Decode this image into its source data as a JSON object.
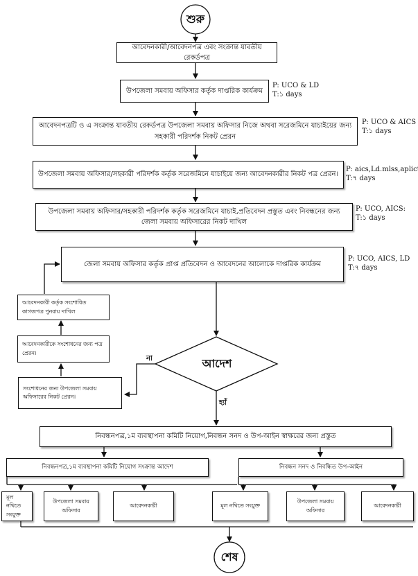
{
  "start": {
    "label": "শুরু"
  },
  "end": {
    "label": "শেষ"
  },
  "steps": [
    {
      "text": "আবেদনকারী/আবেদনপত্র এবং সংক্রান্ত যাবতীয় রেকর্ডপত্র"
    },
    {
      "text": "উপজেলা সমবায় অফিসার কর্তৃক দাপ্তরিক কার্যক্রম",
      "note": [
        "P: UCO & LD",
        "T:১ days"
      ]
    },
    {
      "text": "আবেদনপত্রটি ও এ সংক্রান্ত যাবতীয় রেকর্ডপত্র উপজেলা সমবায় অফিসার নিজে অথবা সরেজমিনে যাচাইয়ের জন্য সহকারী পরিদর্শক নিকট প্রেরন",
      "note": [
        "P: UCO & AICS",
        "T:১ days"
      ]
    },
    {
      "text": "উপজেলা সমবায় অফিসার/সহকারী পরিদর্শক কর্তৃক সরেজমিনে যাচাইয়ে জন্য আবেদনকারীর নিকট পত্র প্রেরন।",
      "note": [
        "P: aics,Ld.mlss,aplict;",
        "T:৭ days"
      ]
    },
    {
      "text": "উপজেলা সমবায় অফিসার/সহকারী পরিদর্শক কর্তৃক সরেজমিনে যাচাই,প্রতিবেদন প্রস্তুত এবং নিবন্ধনের জন্য জেলা সমবায় অফিসারের নিকট দাখিল",
      "note": [
        "P: UCO, AICS:",
        "T:১ days"
      ]
    },
    {
      "text": "জেলা সমবায় অফিসার কর্তৃক প্রাপ্ত প্রতিবেদন ও আবেদনের আলোকে দাপ্তরিক কার্যক্রম",
      "note": [
        "P: UCO, AICS, LD",
        "T:৭ days"
      ]
    }
  ],
  "decision": {
    "label": "আদেশ",
    "no_label": "না",
    "yes_label": "হ্যাঁ"
  },
  "revision_loop": [
    {
      "text": "সংশোধনের জন্য উপজেলা সমবায় অফিসারের নিকট প্রেরন।"
    },
    {
      "text": "আবেদনকারীকে সংশোধনের জন্য পত্র প্রেরন।"
    },
    {
      "text": "আবেদনকারী কর্তৃক সংশোধিত কাগজপত্র পুনরায় দাখিল"
    }
  ],
  "preparation": {
    "text": "নিবন্ধনপত্র,১ম ব্যবস্থাপনা কমিটি নিয়োগ,নিবন্ধন সনদ ও উপ-আইন স্বাক্ষরের জন্য প্রস্তুত"
  },
  "branch_left": {
    "text": "নিবন্ধনপত্র,১ম ব্যবস্থাপনা কমিটি নিয়োগ সংক্রান্ত আদেশ",
    "recipients": [
      "মূল নথিতে সংযুক্ত",
      "উপজেলা সমবায় অফিসার",
      "আবেদনকারী"
    ]
  },
  "branch_right": {
    "text": "নিবন্ধন সনদ ও নিবন্ধিত উপ-আইন",
    "recipients": [
      "মূল নথিতে সংযুক্ত",
      "উপজেলা সমবায় অফিসার",
      "আবেদনকারী"
    ]
  }
}
